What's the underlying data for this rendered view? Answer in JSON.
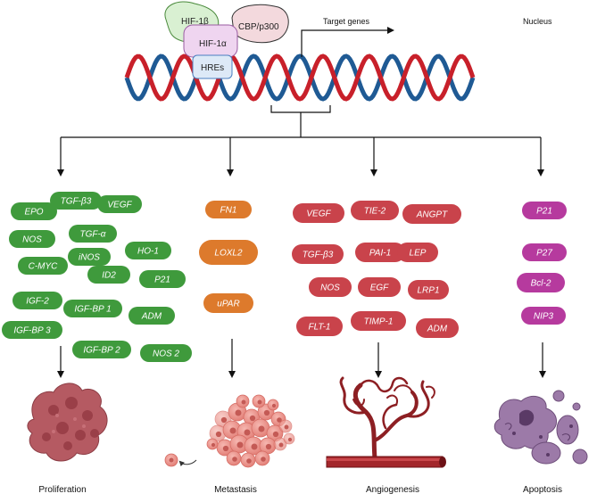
{
  "colors": {
    "green": "#3f9a3c",
    "orange": "#dd7a2c",
    "red": "#c9434b",
    "magenta": "#b63a9e",
    "dna_red": "#c8202a",
    "dna_blue": "#1f5a94",
    "hif1a_fill": "#efd5f0",
    "hif1b_fill": "#d9f0d2",
    "cbp_fill": "#f3d9dd",
    "hres_fill": "#dde9f7"
  },
  "complex": {
    "hif1b": "HIF-1β",
    "hif1a": "HIF-1α",
    "cbp": "CBP/p300",
    "hres": "HREs"
  },
  "target_genes_label": "Target genes",
  "nucleus_label": "Nucleus",
  "groups": {
    "proliferation": {
      "label": "Proliferation",
      "genes": [
        "EPO",
        "TGF-β3",
        "VEGF",
        "NOS",
        "TGF-α",
        "iNOS",
        "HO-1",
        "C-MYC",
        "ID2",
        "P21",
        "IGF-2",
        "IGF-BP 1",
        "ADM",
        "IGF-BP 3",
        "IGF-BP 2",
        "NOS 2"
      ]
    },
    "metastasis": {
      "label": "Metastasis",
      "genes": [
        "FN1",
        "LOXL2",
        "uPAR"
      ]
    },
    "angiogenesis": {
      "label": "Angiogenesis",
      "genes": [
        "VEGF",
        "TIE-2",
        "ANGPT",
        "TGF-β3",
        "PAI-1",
        "LEP",
        "NOS",
        "EGF",
        "LRP1",
        "FLT-1",
        "TIMP-1",
        "ADM"
      ]
    },
    "apoptosis": {
      "label": "Apoptosis",
      "genes": [
        "P21",
        "P27",
        "Bcl-2",
        "NIP3"
      ]
    }
  }
}
